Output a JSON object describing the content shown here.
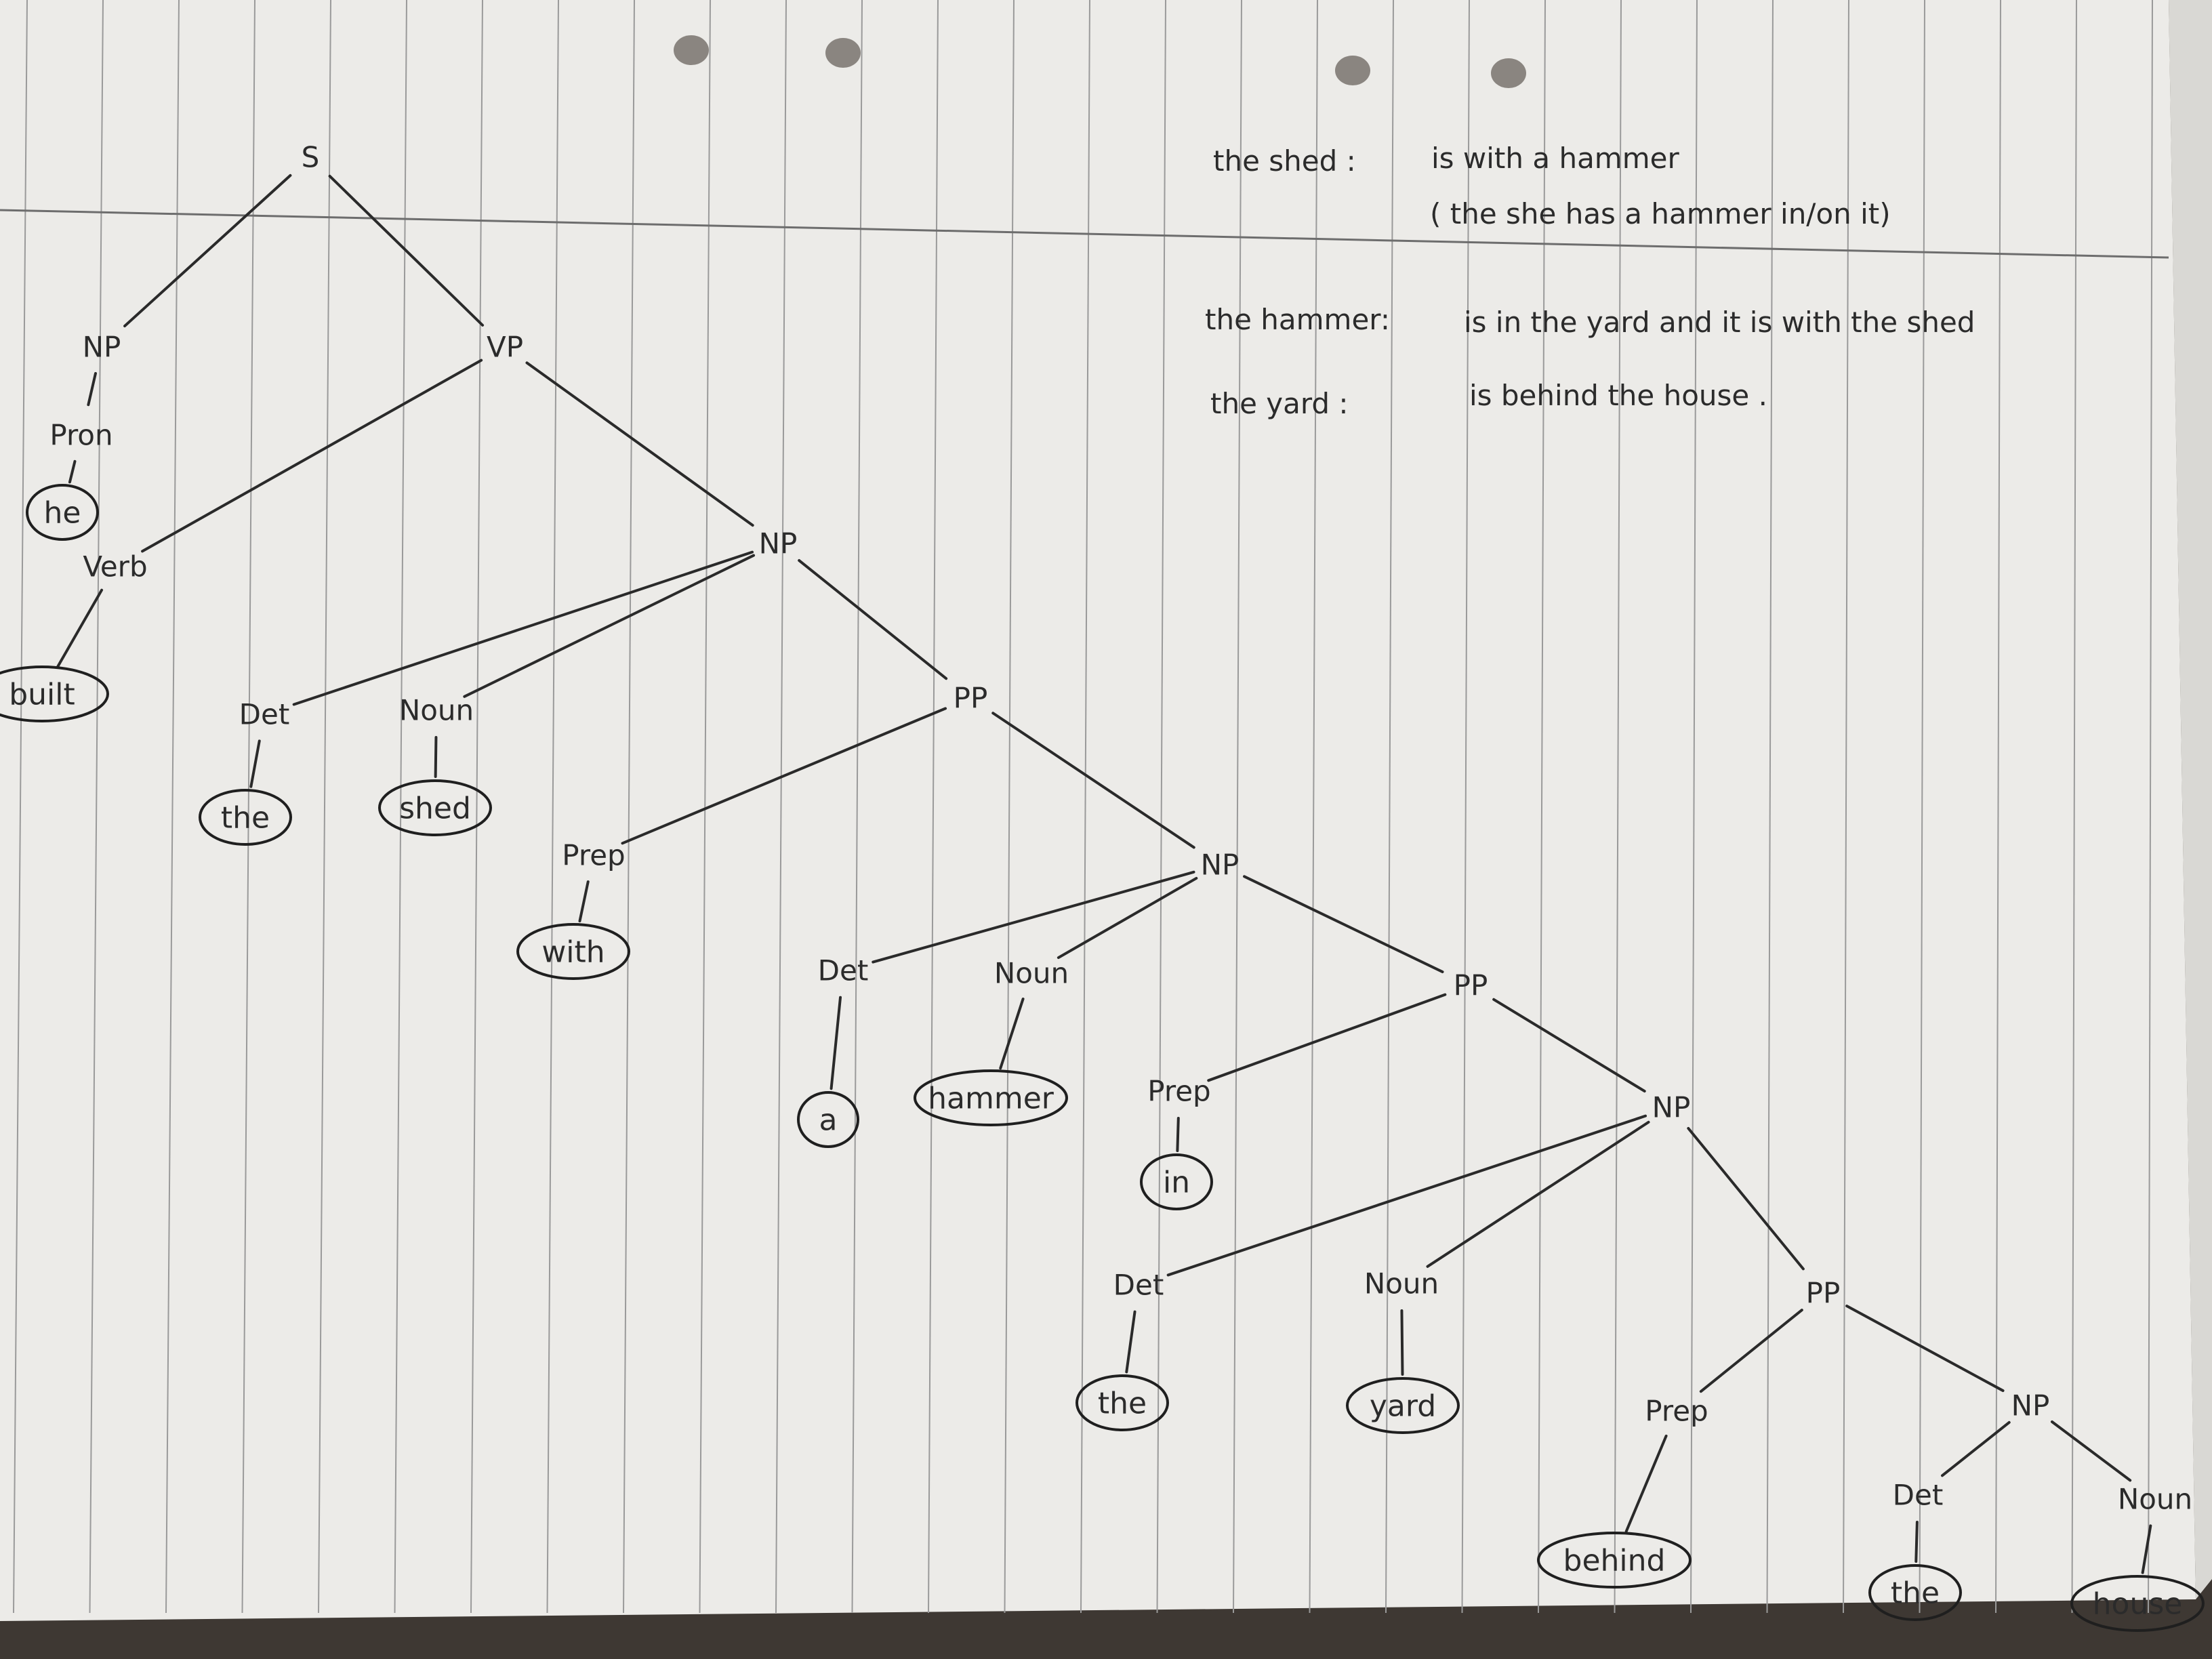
{
  "tree": {
    "nodes": [
      {
        "id": "S",
        "label": "S",
        "circled": false
      },
      {
        "id": "NP1",
        "label": "NP",
        "circled": false
      },
      {
        "id": "VP",
        "label": "VP",
        "circled": false
      },
      {
        "id": "Pron",
        "label": "Pron",
        "circled": false
      },
      {
        "id": "he",
        "label": "he",
        "circled": true
      },
      {
        "id": "Verb",
        "label": "Verb",
        "circled": false
      },
      {
        "id": "built",
        "label": "built",
        "circled": true
      },
      {
        "id": "NP2",
        "label": "NP",
        "circled": false
      },
      {
        "id": "Det1",
        "label": "Det",
        "circled": false
      },
      {
        "id": "Noun1",
        "label": "Noun",
        "circled": false
      },
      {
        "id": "the1",
        "label": "the",
        "circled": true
      },
      {
        "id": "shed",
        "label": "shed",
        "circled": true
      },
      {
        "id": "PP1",
        "label": "PP",
        "circled": false
      },
      {
        "id": "Prep1",
        "label": "Prep",
        "circled": false
      },
      {
        "id": "with",
        "label": "with",
        "circled": true
      },
      {
        "id": "NP3",
        "label": "NP",
        "circled": false
      },
      {
        "id": "Det2",
        "label": "Det",
        "circled": false
      },
      {
        "id": "Noun2",
        "label": "Noun",
        "circled": false
      },
      {
        "id": "a",
        "label": "a",
        "circled": true
      },
      {
        "id": "hammer",
        "label": "hammer",
        "circled": true
      },
      {
        "id": "PP2",
        "label": "PP",
        "circled": false
      },
      {
        "id": "Prep2",
        "label": "Prep",
        "circled": false
      },
      {
        "id": "in",
        "label": "in",
        "circled": true
      },
      {
        "id": "NP4",
        "label": "NP",
        "circled": false
      },
      {
        "id": "Det3",
        "label": "Det",
        "circled": false
      },
      {
        "id": "Noun3",
        "label": "Noun",
        "circled": false
      },
      {
        "id": "the2",
        "label": "the",
        "circled": true
      },
      {
        "id": "yard",
        "label": "yard",
        "circled": true
      },
      {
        "id": "PP3",
        "label": "PP",
        "circled": false
      },
      {
        "id": "Prep3",
        "label": "Prep",
        "circled": false
      },
      {
        "id": "behind",
        "label": "behind",
        "circled": true
      },
      {
        "id": "NP5",
        "label": "NP",
        "circled": false
      },
      {
        "id": "Det4",
        "label": "Det",
        "circled": false
      },
      {
        "id": "Noun4",
        "label": "Noun",
        "circled": false
      },
      {
        "id": "the3",
        "label": "the",
        "circled": true
      },
      {
        "id": "house",
        "label": "house",
        "circled": true
      }
    ],
    "edges": [
      [
        "S",
        "NP1"
      ],
      [
        "S",
        "VP"
      ],
      [
        "NP1",
        "Pron"
      ],
      [
        "Pron",
        "he"
      ],
      [
        "VP",
        "Verb"
      ],
      [
        "VP",
        "NP2"
      ],
      [
        "Verb",
        "built"
      ],
      [
        "NP2",
        "Det1"
      ],
      [
        "NP2",
        "Noun1"
      ],
      [
        "NP2",
        "PP1"
      ],
      [
        "Det1",
        "the1"
      ],
      [
        "Noun1",
        "shed"
      ],
      [
        "PP1",
        "Prep1"
      ],
      [
        "PP1",
        "NP3"
      ],
      [
        "Prep1",
        "with"
      ],
      [
        "NP3",
        "Det2"
      ],
      [
        "NP3",
        "Noun2"
      ],
      [
        "NP3",
        "PP2"
      ],
      [
        "Det2",
        "a"
      ],
      [
        "Noun2",
        "hammer"
      ],
      [
        "PP2",
        "Prep2"
      ],
      [
        "PP2",
        "NP4"
      ],
      [
        "Prep2",
        "in"
      ],
      [
        "NP4",
        "Det3"
      ],
      [
        "NP4",
        "Noun3"
      ],
      [
        "NP4",
        "PP3"
      ],
      [
        "Det3",
        "the2"
      ],
      [
        "Noun3",
        "yard"
      ],
      [
        "PP3",
        "Prep3"
      ],
      [
        "PP3",
        "NP5"
      ],
      [
        "Prep3",
        "behind"
      ],
      [
        "NP5",
        "Det4"
      ],
      [
        "NP5",
        "Noun4"
      ],
      [
        "Det4",
        "the3"
      ],
      [
        "Noun4",
        "house"
      ]
    ]
  },
  "notes": {
    "line1_subject": "the shed :",
    "line1_text": "is   with a hammer",
    "line2_text": "( the  she  has  a  hammer  in/on it)",
    "line3_subject": "the hammer:",
    "line3_text": "is in the yard  and it is with the shed",
    "line4_subject": "the yard :",
    "line4_text": "is  behind  the  house ."
  }
}
